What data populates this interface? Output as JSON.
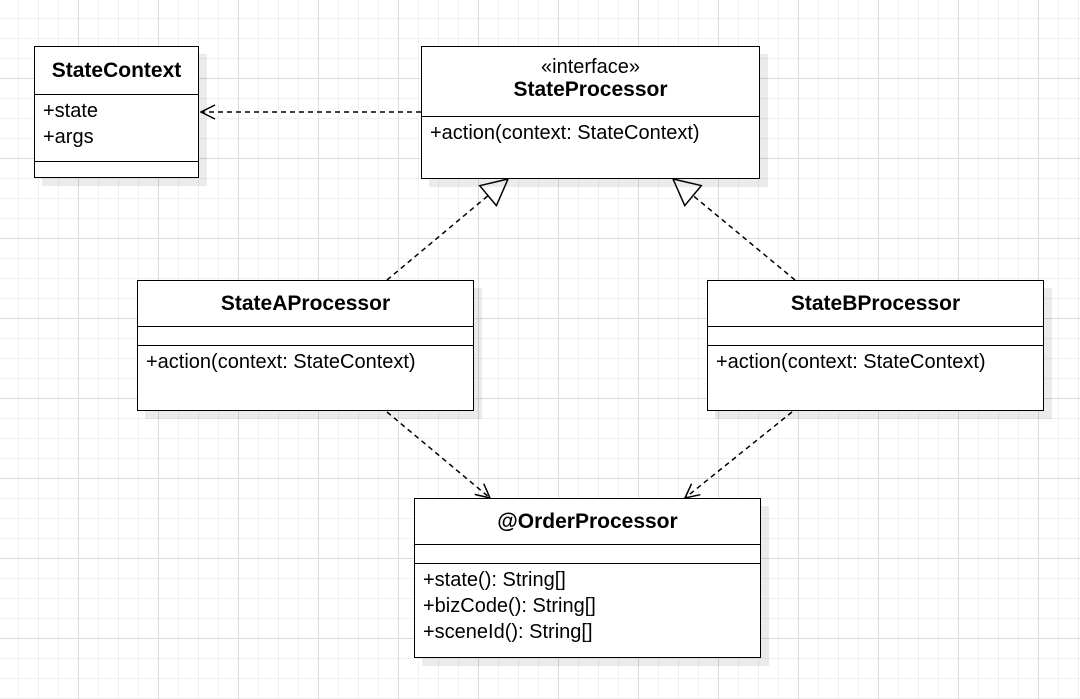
{
  "diagram": {
    "classes": {
      "state_context": {
        "name": "StateContext",
        "attributes": [
          "+state",
          "+args"
        ],
        "operations": []
      },
      "state_processor": {
        "stereotype": "«interface»",
        "name": "StateProcessor",
        "attributes": [],
        "operations": [
          "+action(context: StateContext)"
        ]
      },
      "state_a_processor": {
        "name": "StateAProcessor",
        "attributes": [],
        "operations": [
          "+action(context: StateContext)"
        ]
      },
      "state_b_processor": {
        "name": "StateBProcessor",
        "attributes": [],
        "operations": [
          "+action(context: StateContext)"
        ]
      },
      "order_processor": {
        "name": "@OrderProcessor",
        "attributes": [],
        "operations": [
          "+state(): String[]",
          "+bizCode(): String[]",
          "+sceneId(): String[]"
        ]
      }
    },
    "relations": [
      {
        "from": "state_processor",
        "to": "state_context",
        "kind": "dependency"
      },
      {
        "from": "state_a_processor",
        "to": "state_processor",
        "kind": "realization"
      },
      {
        "from": "state_b_processor",
        "to": "state_processor",
        "kind": "realization"
      },
      {
        "from": "state_a_processor",
        "to": "order_processor",
        "kind": "dependency"
      },
      {
        "from": "state_b_processor",
        "to": "order_processor",
        "kind": "dependency"
      }
    ],
    "colors": {
      "line": "#000000",
      "box_fill": "#ffffff",
      "grid": "#dcdcdc"
    }
  }
}
